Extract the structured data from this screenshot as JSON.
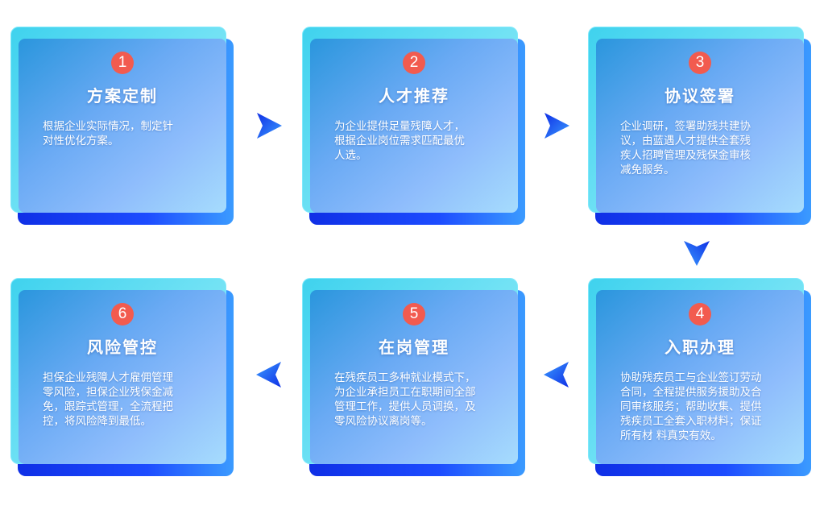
{
  "steps": [
    {
      "num": "1",
      "title": "方案定制",
      "lines": [
        "根据企业实际情况，制定针",
        "对性优化方案。"
      ]
    },
    {
      "num": "2",
      "title": "人才推荐",
      "lines": [
        "为企业提供足量残障人才，",
        "根据企业岗位需求匹配最优",
        "人选。"
      ]
    },
    {
      "num": "3",
      "title": "协议签署",
      "lines": [
        "企业调研，签署助残共建协",
        "议，由蓝遇人才提供全套残",
        "疾人招聘管理及残保金审核",
        "减免服务。"
      ]
    },
    {
      "num": "4",
      "title": "入职办理",
      "lines": [
        "协助残疾员工与企业签订劳动",
        "合同，全程提供服务援助及合",
        "同审核服务；帮助收集、提供",
        "残疾员工全套入职材料；保证",
        "所有材 料真实有效。"
      ]
    },
    {
      "num": "5",
      "title": "在岗管理",
      "lines": [
        "在残疾员工多种就业模式下，",
        "为企业承担员工在职期间全部",
        "管理工作，提供人员调换，及",
        "零风险协议离岗等。"
      ]
    },
    {
      "num": "6",
      "title": "风险管控",
      "lines": [
        "担保企业残障人才雇佣管理",
        "零风险，担保企业残保金减",
        "免，跟踪式管理，全流程把",
        "控，将风险降到最低。"
      ]
    }
  ]
}
